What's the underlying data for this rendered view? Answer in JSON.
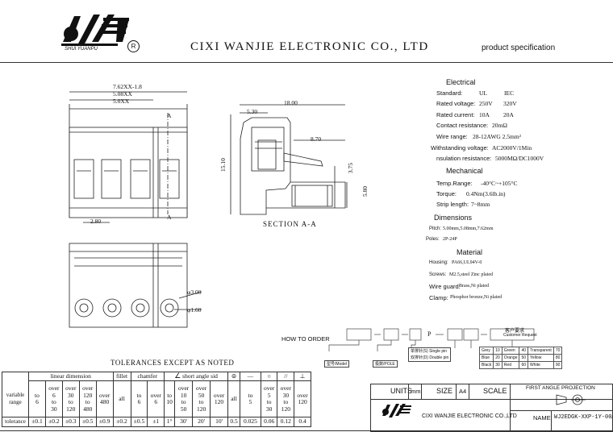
{
  "header": {
    "logo_sub": "SHUI YUANPU",
    "registered": "R",
    "company": "CIXI  WANJIE  ELECTRONIC CO., LTD",
    "doc_type": "product specification"
  },
  "dims": {
    "pitch_a": "7.62XX-1.8",
    "pitch_b": "5.08XX",
    "pitch_c": "5.0XX",
    "width_18": "18.00",
    "d_530": "5.30",
    "d_870": "8.70",
    "height_1510": "15.10",
    "d_375": "3.75",
    "d_580": "5.80",
    "d_280": "2.80",
    "dia_300": "φ3.00",
    "dia_160": "φ1.60",
    "mark_a": "A",
    "section": "SECTION A-A"
  },
  "specs": {
    "electrical_title": "Electrical",
    "standard_label": "Standard:",
    "standard_ul": "UL",
    "standard_iec": "IEC",
    "voltage_label": "Rated voltage:",
    "voltage_ul": "250V",
    "voltage_iec": "320V",
    "current_label": "Rated current:",
    "current_ul": "10A",
    "current_iec": "20A",
    "contact_label": "Contact resistance:",
    "contact_val": "20mΩ",
    "wire_label": "Wire range:",
    "wire_val": "28-12AWG   2.5mm²",
    "withstand_label": "Withstanding voltage:",
    "withstand_val": "AC2000V/1Min",
    "insulation_label": "nsulation resistance:",
    "insulation_val": "5000MΩ/DC1000V",
    "mechanical_title": "Mechanical",
    "temp_label": "Temp.Range:",
    "temp_val": "-40°C~+105°C",
    "torque_label": "Torque:",
    "torque_val": "0.4Nm(3.6lb.in)",
    "strip_label": "Strip length:",
    "strip_val": "7~8mm",
    "dimensions_title": "Dimensions",
    "pitch_label": "Pitch:",
    "pitch_val": "5.00mm,5.08mm,7.62mm",
    "poles_label": "Poles:",
    "poles_val": "2P-24P",
    "material_title": "Material",
    "housing_label": "Housing:",
    "housing_val": "PA66,UL94V-0",
    "screws_label": "Screws:",
    "screws_val": "M2.5,steel Zinc plated",
    "wireguard_label": "Wire guard:",
    "wireguard_val": "Brass,Ni plated",
    "clamp_label": "Clamp:",
    "clamp_val": "Phosphor bronze,Ni plated"
  },
  "order": {
    "title": "HOW TO ORDER",
    "p_letter": "P",
    "customer_cn": "客户要求",
    "customer_en": "Customer  Request",
    "model_cn": "型号",
    "model_en": "Model",
    "poles_cn": "极数",
    "poles_en": "POLE",
    "pin_a": "单排针(S)",
    "pin_a_en": "Single pin",
    "pin_b": "双排针(D)",
    "pin_b_en": "Double pin",
    "colors": [
      [
        "Grey",
        "10",
        "Green",
        "40",
        "Transparent",
        "70"
      ],
      [
        "Blue",
        "20",
        "Orange",
        "50",
        "Yellow",
        "80"
      ],
      [
        "Black",
        "30",
        "Red",
        "60",
        "White",
        "90"
      ]
    ]
  },
  "tolerance": {
    "title": "TOLERANCES EXCEPT AS NOTED",
    "linear": "linear dimension",
    "fillet": "fillet",
    "chamfer": "chamfer",
    "angle": "short angle sid",
    "row_label_1": "variable",
    "row_label_2": "range",
    "tol_label": "tolerance",
    "ranges": [
      "to\n6",
      "over\n6\nto\n30",
      "over\n30\nto\n120",
      "over\n120\nto\n480",
      "over\n480",
      "all",
      "to\n6",
      "over\n6",
      "to\n10",
      "over\n10\nto\n50",
      "over\n50\nto\n120",
      "over\n120",
      "all",
      "to\n5",
      "over\n5\nto\n30",
      "over\n30\nto\n120",
      "over\n120"
    ],
    "values": [
      "±0.1",
      "±0.2",
      "±0.3",
      "±0.5",
      "±0.9",
      "±0.2",
      "±0.5",
      "±1",
      "1°",
      "30'",
      "20'",
      "10'",
      "0.5",
      "0.025",
      "0.06",
      "0.12",
      "0.4"
    ]
  },
  "titleblock": {
    "units_label": "UNITS",
    "units_val": "mm",
    "size_label": "SIZE",
    "size_val": "A4",
    "scale_label": "SCALE",
    "projection": "FIRST ANGLE PROJECTION",
    "company": "CIXI WANJIE ELECTRONIC CO.,LTD",
    "name_label": "NAME",
    "name_val": "WJ2EDGK-XXP-1Y-00A"
  }
}
